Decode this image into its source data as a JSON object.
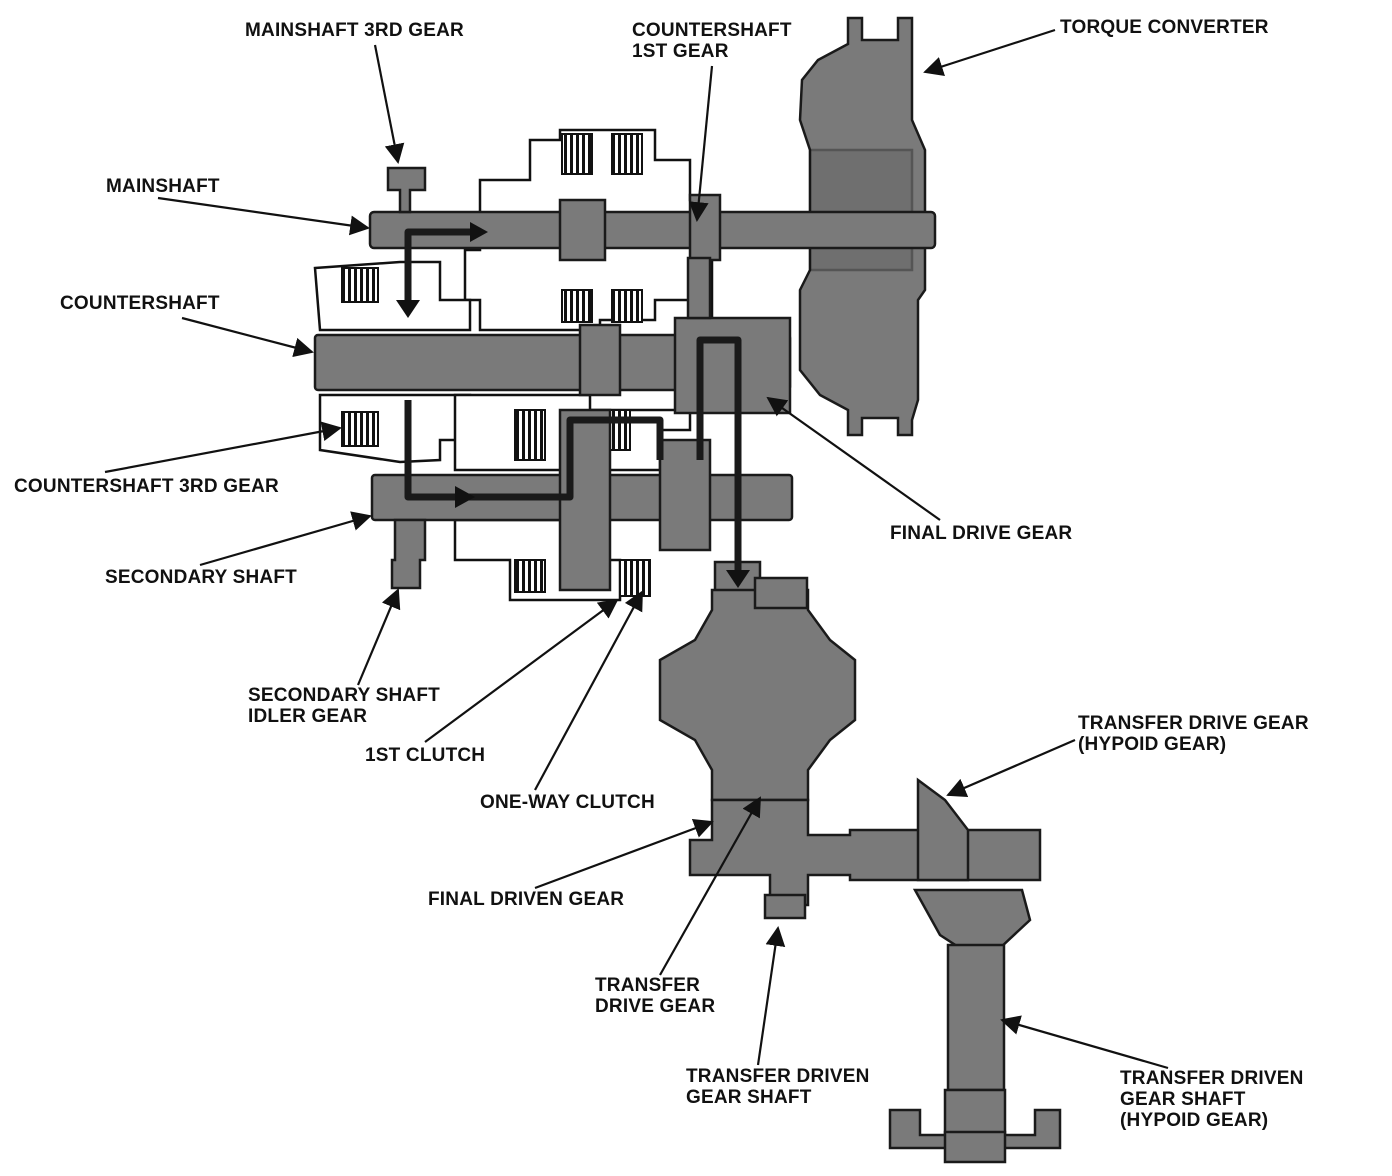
{
  "labels": {
    "mainshaft_3rd_gear": [
      "MAINSHAFT 3RD GEAR"
    ],
    "countershaft_1st_gear": [
      "COUNTERSHAFT",
      "1ST GEAR"
    ],
    "torque_converter": [
      "TORQUE CONVERTER"
    ],
    "mainshaft": [
      "MAINSHAFT"
    ],
    "countershaft": [
      "COUNTERSHAFT"
    ],
    "countershaft_3rd_gear": [
      "COUNTERSHAFT 3RD GEAR"
    ],
    "secondary_shaft": [
      "SECONDARY SHAFT"
    ],
    "final_drive_gear": [
      "FINAL DRIVE GEAR"
    ],
    "secondary_shaft_idler_gear": [
      "SECONDARY SHAFT",
      "IDLER GEAR"
    ],
    "first_clutch": [
      "1ST CLUTCH"
    ],
    "one_way_clutch": [
      "ONE-WAY CLUTCH"
    ],
    "transfer_drive_gear_hypoid": [
      "TRANSFER DRIVE GEAR",
      "(HYPOID GEAR)"
    ],
    "final_driven_gear": [
      "FINAL DRIVEN GEAR"
    ],
    "transfer_drive_gear": [
      "TRANSFER",
      "DRIVE GEAR"
    ],
    "transfer_driven_gear_shaft": [
      "TRANSFER DRIVEN",
      "GEAR SHAFT"
    ],
    "transfer_driven_gear_shaft_hypoid": [
      "TRANSFER DRIVEN",
      "GEAR SHAFT",
      "(HYPOID GEAR)"
    ]
  }
}
